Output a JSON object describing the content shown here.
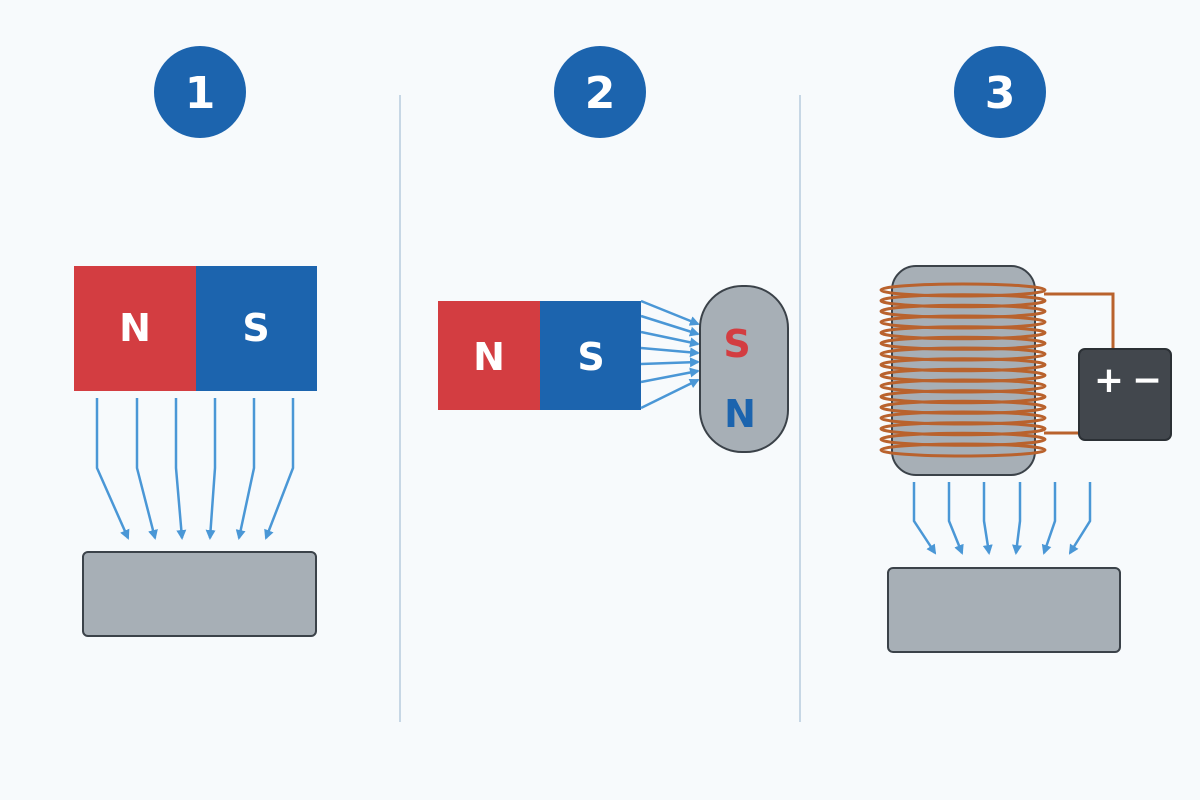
{
  "colors": {
    "background": "#f7fafc",
    "badge": "#1c64ae",
    "north_pole": "#d33d41",
    "south_pole": "#1c64ae",
    "field_line": "#4a97d6",
    "iron": "#a7afb6",
    "outline": "#3b4249",
    "wire": "#b9622d",
    "battery": "#42474d",
    "divider": "#c7d7e5"
  },
  "panels": [
    {
      "step": "1",
      "magnet": {
        "north_label": "N",
        "south_label": "S"
      }
    },
    {
      "step": "2",
      "magnet": {
        "north_label": "N",
        "south_label": "S"
      },
      "induced": {
        "top_label": "S",
        "bottom_label": "N"
      }
    },
    {
      "step": "3",
      "battery": {
        "plus_label": "+",
        "minus_label": "−"
      }
    }
  ]
}
